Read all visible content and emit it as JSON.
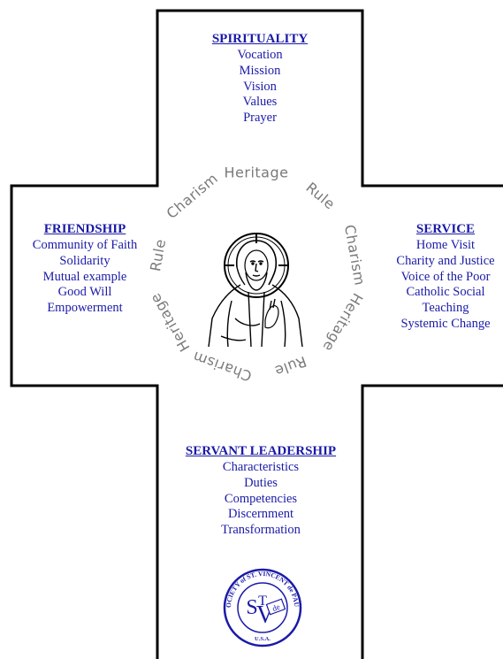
{
  "colors": {
    "text_blue": "#1a1aa8",
    "ring_grey": "#7a7a7a",
    "outline": "#000000",
    "background": "#ffffff"
  },
  "spirituality": {
    "heading": "SPIRITUALITY",
    "items": [
      "Vocation",
      "Mission",
      "Vision",
      "Values",
      "Prayer"
    ]
  },
  "friendship": {
    "heading": "FRIENDSHIP",
    "items": [
      "Community of Faith",
      "Solidarity",
      "Mutual example",
      "Good Will",
      "Empowerment"
    ]
  },
  "service": {
    "heading": "SERVICE",
    "items": [
      "Home Visit",
      "Charity and Justice",
      "Voice of the Poor",
      "Catholic Social",
      "Teaching",
      "Systemic Change"
    ]
  },
  "servant_leadership": {
    "heading": "SERVANT LEADERSHIP",
    "items": [
      "Characteristics",
      "Duties",
      "Competencies",
      "Discernment",
      "Transformation"
    ]
  },
  "ring": {
    "words": [
      "Heritage",
      "Rule",
      "Charism",
      "Heritage",
      "Rule",
      "Charism",
      "Heritage",
      "Rule",
      "Charism"
    ]
  },
  "icons": {
    "center": "christ-icon",
    "logo": "svdp-logo"
  },
  "logo": {
    "ring_text": "SOCIETY of ST. VINCENT de PAUL",
    "country": "U.S.A.",
    "monogram": "SVdP"
  }
}
